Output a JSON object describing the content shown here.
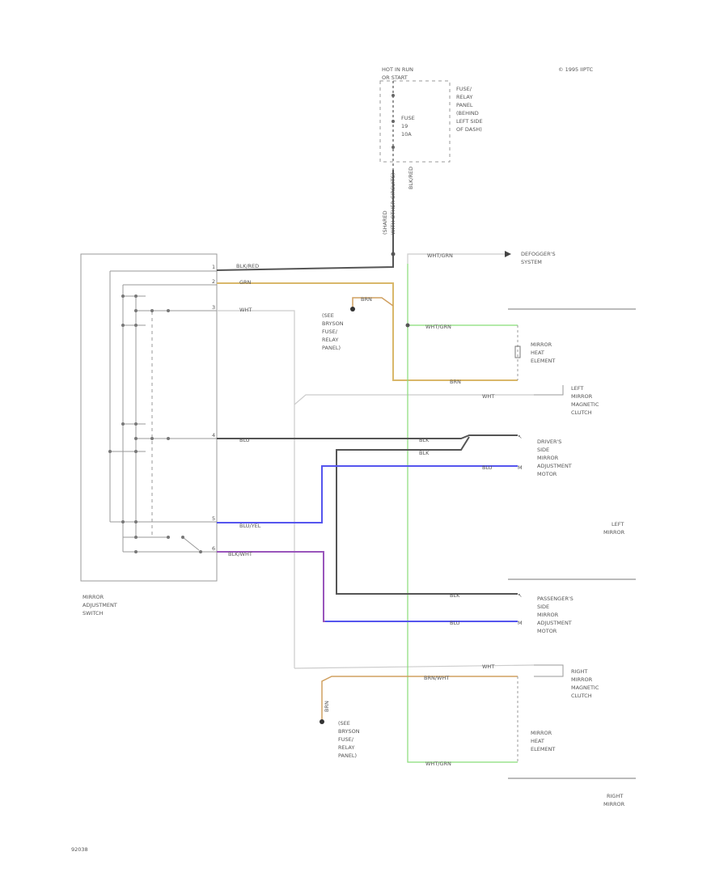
{
  "header": {
    "hot_label": [
      "HOT IN RUN",
      "OR START"
    ],
    "copyright": "©  1995 IIPTC"
  },
  "fuse": {
    "label": [
      "FUSE",
      "19",
      "10A"
    ],
    "location": [
      "FUSE/",
      "RELAY",
      "PANEL",
      "(BEHIND",
      "LEFT SIDE",
      "OF DASH)"
    ],
    "vertical_label_1": "(SHARED",
    "vertical_label_2": "WITH OTHER CIRCUITS)",
    "wire": "BLK/RED"
  },
  "defogger": {
    "wire": "WHT/GRN",
    "label": [
      "DEFOGGER'S",
      "SYSTEM"
    ]
  },
  "switch": {
    "label": [
      "MIRROR",
      "ADJUSTMENT",
      "SWITCH"
    ],
    "pins": [
      "1",
      "2",
      "3",
      "4",
      "5",
      "6"
    ],
    "wires": [
      "BLK/RED",
      "GRN",
      "WHT",
      "BLU",
      "BLU/YEL",
      "BLK/WHT"
    ]
  },
  "ground1": {
    "wire": "BRN",
    "label": [
      "(SEE",
      "BRYSON",
      "FUSE/",
      "RELAY",
      "PANEL)"
    ]
  },
  "ground2": {
    "wire": "BRN",
    "label": [
      "(SEE",
      "BRYSON",
      "FUSE/",
      "RELAY",
      "PANEL)"
    ]
  },
  "left_mirror": {
    "label": [
      "LEFT",
      "MIRROR"
    ],
    "heat_element": [
      "MIRROR",
      "HEAT",
      "ELEMENT"
    ],
    "clutch": [
      "LEFT",
      "MIRROR",
      "MAGNETIC",
      "CLUTCH"
    ],
    "motor": [
      "DRIVER'S",
      "SIDE",
      "MIRROR",
      "ADJUSTMENT",
      "MOTOR"
    ],
    "wires": {
      "heat_top": "WHT/GRN",
      "heat_bottom": "BRN",
      "clutch": "WHT",
      "motor_top": "BLK",
      "motor_mid": "BLK",
      "motor_bottom": "BLU"
    }
  },
  "right_mirror": {
    "label": [
      "RIGHT",
      "MIRROR"
    ],
    "motor": [
      "PASSENGER'S",
      "SIDE",
      "MIRROR",
      "ADJUSTMENT",
      "MOTOR"
    ],
    "clutch": [
      "RIGHT",
      "MIRROR",
      "MAGNETIC",
      "CLUTCH"
    ],
    "heat_element": [
      "MIRROR",
      "HEAT",
      "ELEMENT"
    ],
    "wires": {
      "motor_top": "BLK",
      "motor_bottom": "BLU",
      "clutch": "WHT",
      "heat_top": "BRN/WHT",
      "heat_bottom": "WHT/GRN"
    }
  },
  "footer": {
    "code": "92038"
  },
  "colors": {
    "black_wire": "#555555",
    "yellow_wire": "#d9b76a",
    "blue_wire": "#5555ee",
    "purple_wire": "#9955bb",
    "green_wire": "#88dd77",
    "gray_wire": "#cccccc",
    "orange_wire": "#d0a060"
  }
}
